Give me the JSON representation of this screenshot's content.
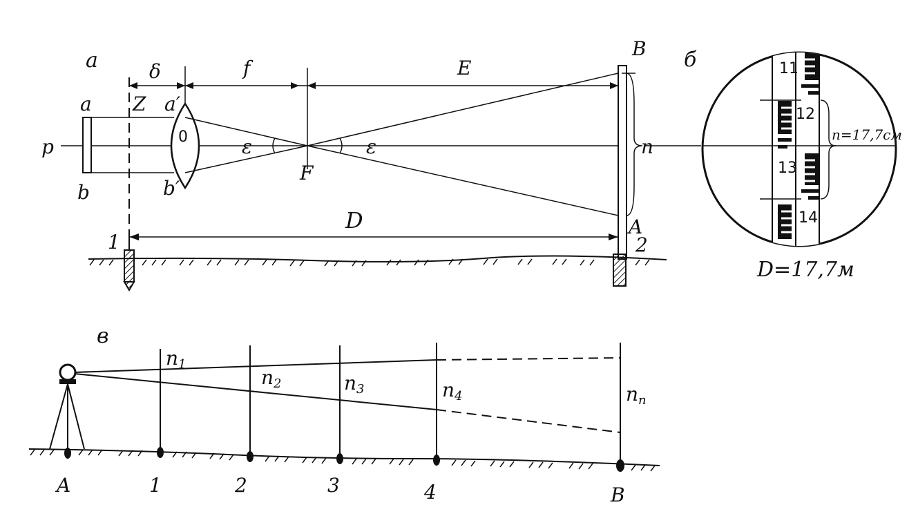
{
  "panel_a": {
    "panel_label": "а",
    "delta": "δ",
    "f": "f",
    "E": "E",
    "B": "B",
    "a": "a",
    "Z": "Z",
    "a_prime": "a′",
    "O": "0",
    "p": "p",
    "eps1": "ε",
    "eps2": "ε",
    "n": "n",
    "b": "b",
    "b_prime": "b′",
    "F": "F",
    "D": "D",
    "one": "1",
    "A": "A",
    "two": "2"
  },
  "panel_b": {
    "panel_label": "б",
    "scale_11": "11",
    "scale_12": "12",
    "scale_13": "13",
    "scale_14": "14",
    "n_reading": "n=17,7см",
    "D_result": "D=17,7м"
  },
  "panel_v": {
    "panel_label": "в",
    "n1": "n",
    "n1_sub": "1",
    "n2": "n",
    "n2_sub": "2",
    "n3": "n",
    "n3_sub": "3",
    "n4": "n",
    "n4_sub": "4",
    "nn": "n",
    "nn_sub": "n",
    "A": "A",
    "p1": "1",
    "p2": "2",
    "p3": "3",
    "p4": "4",
    "B": "B"
  }
}
